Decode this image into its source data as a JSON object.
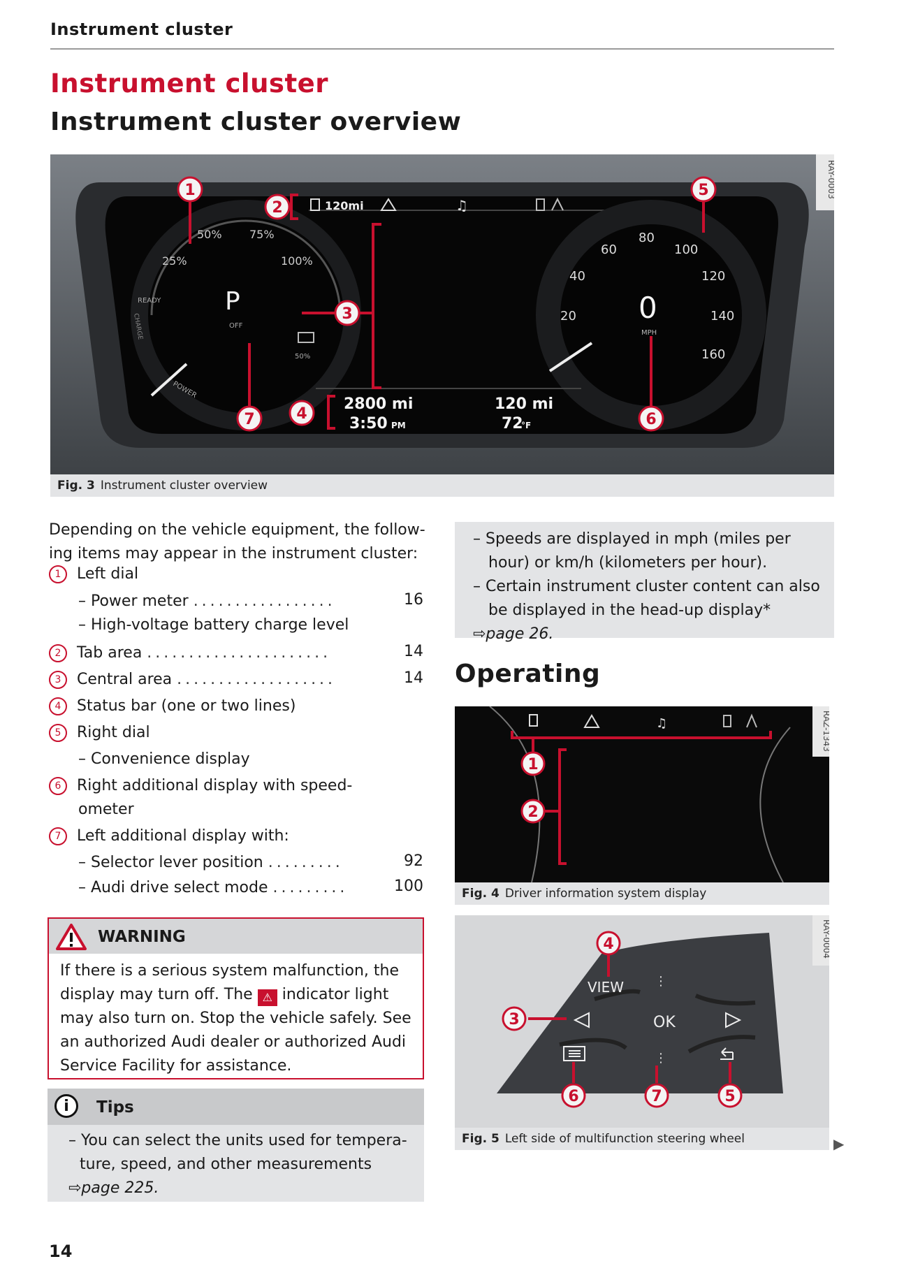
{
  "header": {
    "running_title": "Instrument cluster"
  },
  "section_title": "Instrument cluster",
  "subsection_title": "Instrument cluster overview",
  "fig3": {
    "id": "RAY-0003",
    "caption_label": "Fig. 3",
    "caption_text": "Instrument cluster overview",
    "left_dial": {
      "p25": "25%",
      "p50": "50%",
      "p75": "75%",
      "p100": "100%",
      "ready": "READY",
      "charge": "CHARGE",
      "power": "POWER",
      "gear": "P",
      "mode": "OFF",
      "boost": "50%"
    },
    "tab_range": "120mi",
    "right_dial": {
      "ticks": [
        "20",
        "40",
        "60",
        "80",
        "100",
        "120",
        "140",
        "160"
      ],
      "speed": "0",
      "unit": "MPH"
    },
    "status": {
      "range": "2800 mi",
      "time": "3:50",
      "time_suffix": "PM",
      "range2": "120 mi",
      "temp": "72",
      "temp_unit": "°F"
    },
    "callouts": [
      "1",
      "2",
      "3",
      "4",
      "5",
      "6",
      "7"
    ]
  },
  "intro": "Depending on the vehicle equipment, the follow-ing items may appear in the instrument cluster:",
  "items": [
    {
      "num": "1",
      "label": "Left dial"
    },
    {
      "sub": "– Power meter",
      "page": "16"
    },
    {
      "sub": "– High-voltage battery charge level"
    },
    {
      "num": "2",
      "label": "Tab area",
      "page": "14"
    },
    {
      "num": "3",
      "label": "Central area",
      "page": "14"
    },
    {
      "num": "4",
      "label": "Status bar (one or two lines)"
    },
    {
      "num": "5",
      "label": "Right dial"
    },
    {
      "sub": "– Convenience display"
    },
    {
      "num": "6",
      "label": "Right additional display with speed-",
      "label2": "ometer"
    },
    {
      "num": "7",
      "label": "Left additional display with:"
    },
    {
      "sub": "– Selector lever position",
      "page": "92"
    },
    {
      "sub": "– Audi drive select mode",
      "page": "100"
    }
  ],
  "notes": [
    "– Speeds are displayed in mph (miles per hour) or km/h (kilometers per hour).",
    "– Certain instrument cluster content can also be displayed in the head-up display*",
    "⇨page 26."
  ],
  "warning": {
    "title": "WARNING",
    "line1": "If there is a serious system malfunction, the",
    "line2a": "display may turn off. The",
    "line2b": "indicator light",
    "line3": "may also turn on. Stop the vehicle safely. See",
    "line4": "an authorized Audi dealer or authorized Audi",
    "line5": "Service Facility for assistance."
  },
  "tips": {
    "title": "Tips",
    "text": "– You can select the units used for tempera-ture, speed, and other measurements",
    "ref": "⇨page 225."
  },
  "operating_title": "Operating",
  "fig4": {
    "id": "RAZ-1343",
    "caption_label": "Fig. 4",
    "caption_text": "Driver information system display",
    "callouts": [
      "1",
      "2"
    ]
  },
  "fig5": {
    "id": "RAY-0004",
    "caption_label": "Fig. 5",
    "caption_text": "Left side of multifunction steering wheel",
    "view": "VIEW",
    "ok": "OK",
    "callouts": [
      "3",
      "4",
      "5",
      "6",
      "7"
    ]
  },
  "page_number": "14",
  "colors": {
    "accent": "#c8102e",
    "panel": "#e3e4e6"
  }
}
